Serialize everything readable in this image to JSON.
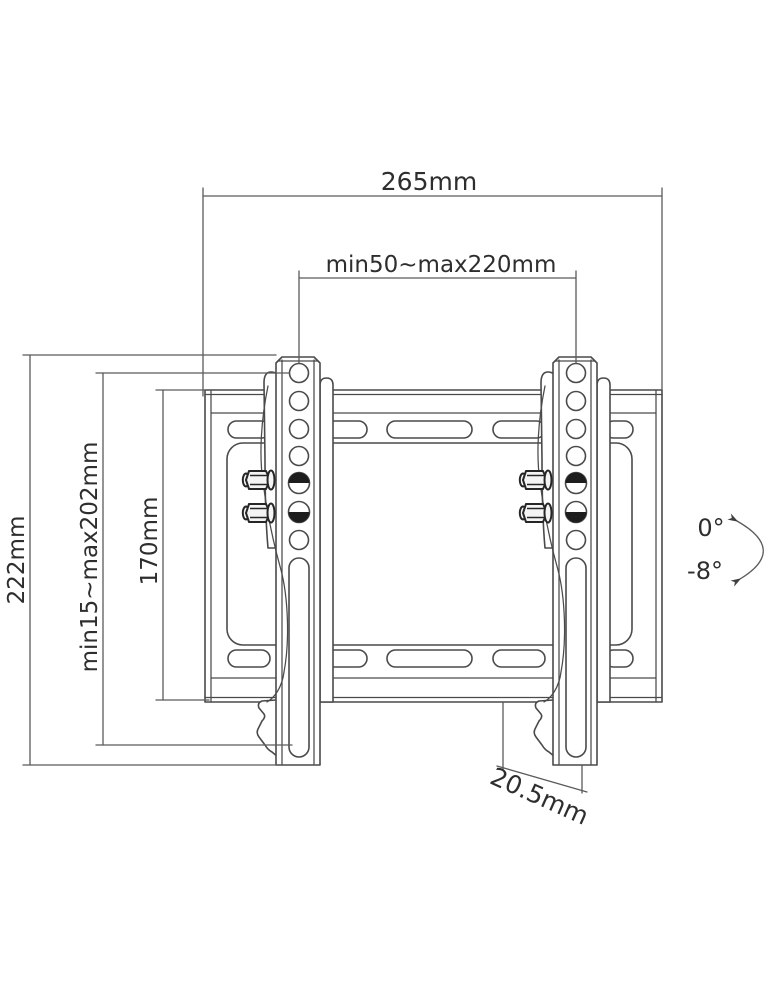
{
  "colors": {
    "line": "#4a4a4a",
    "dimension_line": "#5b5b5b",
    "text": "#2e2e2e",
    "background": "#ffffff",
    "filled_hole": "#1d1d1d"
  },
  "labels": {
    "overall_width": "265mm",
    "mounting_width_range": "min50~max220mm",
    "overall_height": "222mm",
    "mounting_height_range": "min15~max202mm",
    "plate_height": "170mm",
    "bottom_depth": "20.5mm",
    "tilt_upper": "0°",
    "tilt_lower": "-8°"
  }
}
